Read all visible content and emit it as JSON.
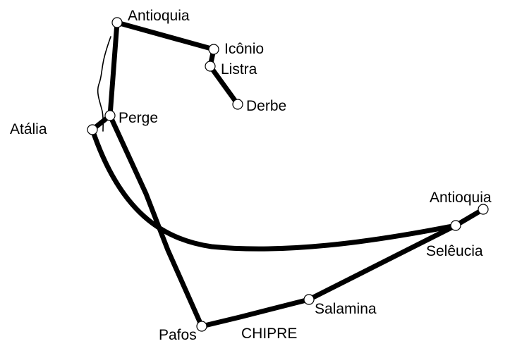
{
  "map": {
    "region_label": "CHIPRE",
    "colors": {
      "route": "#000000",
      "city_fill": "#ffffff",
      "city_outline": "#000000",
      "background": "#ffffff"
    }
  },
  "cities": {
    "antioquia_siria": "Antioquia",
    "seleucia": "Selêucia",
    "salamina": "Salamina",
    "pafos": "Pafos",
    "perge": "Perge",
    "atalia": "Atália",
    "antioquia_pisidia": "Antioquia",
    "iconio": "Icônio",
    "listra": "Listra",
    "derbe": "Derbe"
  }
}
